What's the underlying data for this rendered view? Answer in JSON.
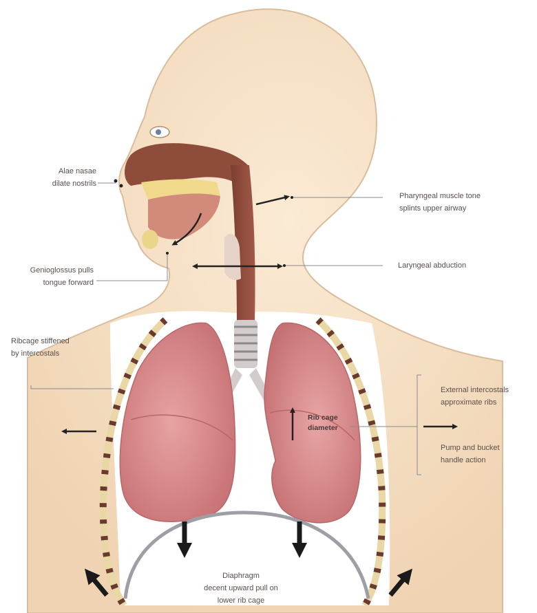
{
  "labels": {
    "alae_nasae": [
      "Alae nasae",
      "dilate nostrils"
    ],
    "pharyngeal": [
      "Pharyngeal muscle tone",
      "splints upper airway"
    ],
    "genioglossus": [
      "Genioglossus pulls",
      "tongue forward"
    ],
    "laryngeal": "Laryngeal abduction",
    "ribcage": [
      "Ribcage stiffened",
      "by intercostals"
    ],
    "external_intercostals": [
      "External intercostals",
      "approximate ribs"
    ],
    "rib_cage_diameter": [
      "Rib cage",
      "diameter"
    ],
    "pump_bucket": [
      "Pump and bucket",
      "handle action"
    ],
    "diaphragm_title": "Diaphragm",
    "diaphragm_desc": [
      "decent upward pull on",
      "lower rib cage"
    ]
  },
  "colors": {
    "skin": "#f3dcc0",
    "skin_outline": "#d9bc9c",
    "airway": "#8a4a3a",
    "lung": "#d98a8c",
    "lung_dark": "#b86668",
    "trachea": "#c9c3c3",
    "arrow": "#222222",
    "leader": "#8a8a8a"
  }
}
